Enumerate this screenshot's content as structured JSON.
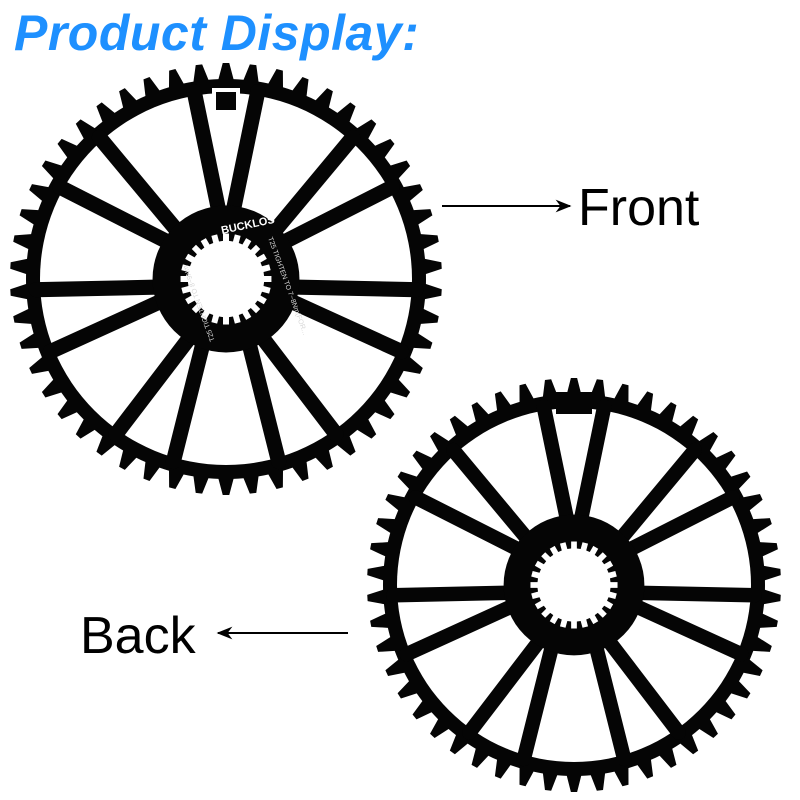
{
  "heading": {
    "text": "Product Display:",
    "color": "#1e90ff"
  },
  "labels": {
    "front": "Front",
    "back": "Back"
  },
  "chainring": {
    "front_tooth_count": 50,
    "back_tooth_count": 50,
    "color": "#050505",
    "brand_text": "BUCKLOS",
    "engraving_right": "T25 TIGHTEN TO 7~8Nm(FOR...",
    "engraving_left": "T25 TIGHTEN TO 8~9Nm",
    "front_arm_count": 14,
    "back_arm_count": 14
  }
}
